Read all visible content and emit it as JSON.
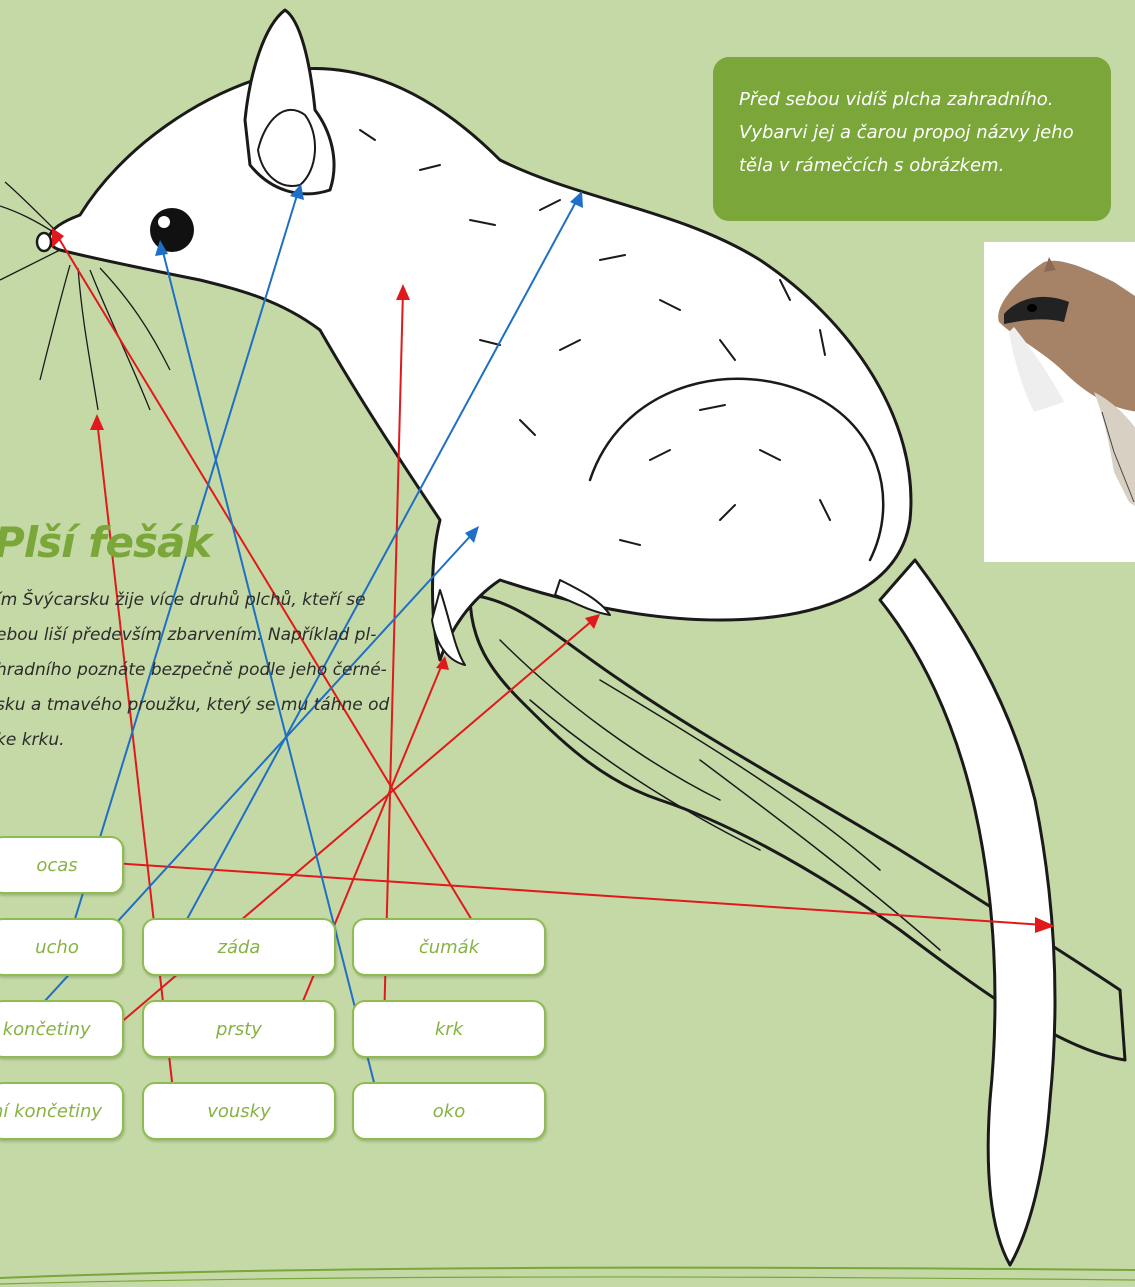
{
  "instruction": {
    "lines": [
      "Před sebou vidíš plcha zahradního.",
      "Vybarvi jej a čarou propoj názvy jeho",
      "těla v rámečcích s obrázkem."
    ]
  },
  "title": "Plší fešák",
  "paragraph": {
    "lines": [
      "ím Švýcarsku žije více druhů plchů, kteří se",
      "ebou liší především zbarvením. Například pl-",
      "hradního poznáte bezpečně podle jeho černé-",
      "sku a tmavého proužku, který se mu táhne od",
      "ke krku."
    ]
  },
  "labels": {
    "ocas": "ocas",
    "ucho": "ucho",
    "zada": "záda",
    "cumak": "čumák",
    "koncetiny_a": "í končetiny",
    "prsty": "prsty",
    "krk": "krk",
    "koncetiny_b": "ní končetiny",
    "vousky": "vousky",
    "oko": "oko"
  },
  "colors": {
    "background": "#c5d9a6",
    "box_green": "#7aa63a",
    "title_green": "#7aa63a",
    "label_text": "#86b342",
    "label_border": "#8ebc52",
    "line_red": "#e0191c",
    "line_blue": "#1f6fc4"
  }
}
